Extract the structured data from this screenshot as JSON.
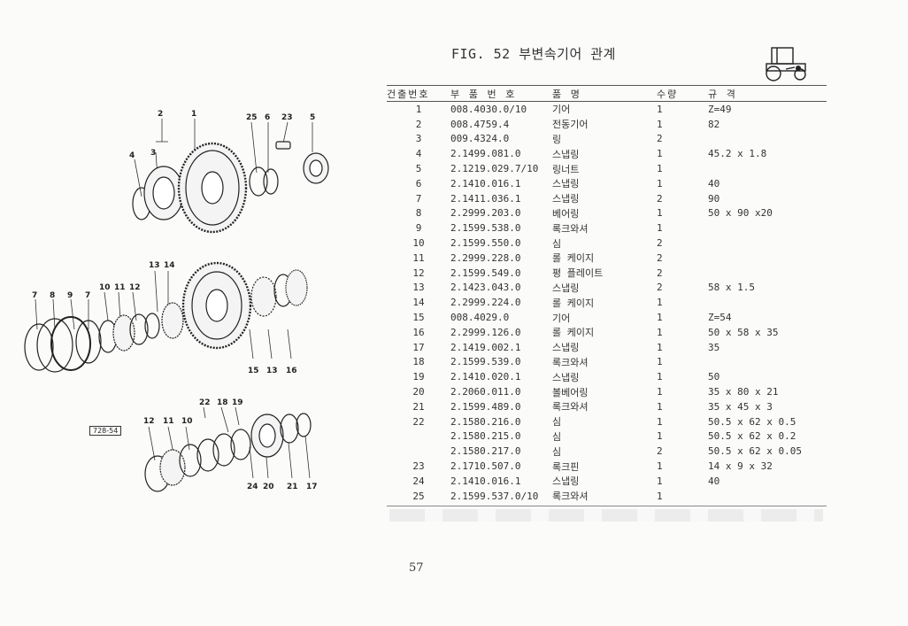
{
  "title": "FIG. 52 부변속기어 관계",
  "ref_label": "728-54",
  "page_number": "57",
  "table": {
    "headers": [
      "건출번호",
      "부 품 번 호",
      "품          명",
      "수량",
      "규               격"
    ],
    "rows": [
      [
        "1",
        "008.4030.0/10",
        "기어",
        "1",
        "Z=49"
      ],
      [
        "2",
        "008.4759.4",
        "전동기어",
        "1",
        "82"
      ],
      [
        "3",
        "009.4324.0",
        "링",
        "2",
        ""
      ],
      [
        "4",
        "2.1499.081.0",
        "스냅링",
        "1",
        "45.2 x 1.8"
      ],
      [
        "5",
        "2.1219.029.7/10",
        "링너트",
        "1",
        ""
      ],
      [
        "6",
        "2.1410.016.1",
        "스냅링",
        "1",
        "40"
      ],
      [
        "7",
        "2.1411.036.1",
        "스냅링",
        "2",
        "90"
      ],
      [
        "8",
        "2.2999.203.0",
        "베어링",
        "1",
        "50 x 90 x20"
      ],
      [
        "9",
        "2.1599.538.0",
        "록크와셔",
        "1",
        ""
      ],
      [
        "10",
        "2.1599.550.0",
        "심",
        "2",
        ""
      ],
      [
        "11",
        "2.2999.228.0",
        "롤 케이지",
        "2",
        ""
      ],
      [
        "12",
        "2.1599.549.0",
        "평 플레이트",
        "2",
        ""
      ],
      [
        "13",
        "2.1423.043.0",
        "스냅링",
        "2",
        "58 x 1.5"
      ],
      [
        "14",
        "2.2999.224.0",
        "롤 케이지",
        "1",
        ""
      ],
      [
        "15",
        "008.4029.0",
        "기어",
        "1",
        "Z=54"
      ],
      [
        "16",
        "2.2999.126.0",
        "롤 케이지",
        "1",
        "50 x 58 x 35"
      ],
      [
        "17",
        "2.1419.002.1",
        "스냅링",
        "1",
        "35"
      ],
      [
        "18",
        "2.1599.539.0",
        "록크와셔",
        "1",
        ""
      ],
      [
        "19",
        "2.1410.020.1",
        "스냅링",
        "1",
        "50"
      ],
      [
        "20",
        "2.2060.011.0",
        "볼베어링",
        "1",
        "35 x 80 x 21"
      ],
      [
        "21",
        "2.1599.489.0",
        "록크와셔",
        "1",
        "35 x 45 x 3"
      ],
      [
        "22",
        "2.1580.216.0",
        "심",
        "1",
        "50.5 x 62 x 0.5"
      ],
      [
        "",
        "2.1580.215.0",
        "심",
        "1",
        "50.5 x 62 x 0.2"
      ],
      [
        "",
        "2.1580.217.0",
        "심",
        "2",
        "50.5 x 62 x 0.05"
      ],
      [
        "23",
        "2.1710.507.0",
        "록크핀",
        "1",
        "14 x 9 x 32"
      ],
      [
        "24",
        "2.1410.016.1",
        "스냅링",
        "1",
        "40"
      ],
      [
        "25",
        "2.1599.537.0/10",
        "록크와셔",
        "1",
        ""
      ]
    ]
  },
  "callouts": [
    "2",
    "1",
    "25",
    "6",
    "23",
    "5",
    "4",
    "3",
    "13",
    "14",
    "7",
    "8",
    "9",
    "7",
    "10",
    "11",
    "12",
    "15",
    "13",
    "16",
    "22",
    "18",
    "19",
    "12",
    "11",
    "10",
    "24",
    "20",
    "21",
    "17"
  ]
}
